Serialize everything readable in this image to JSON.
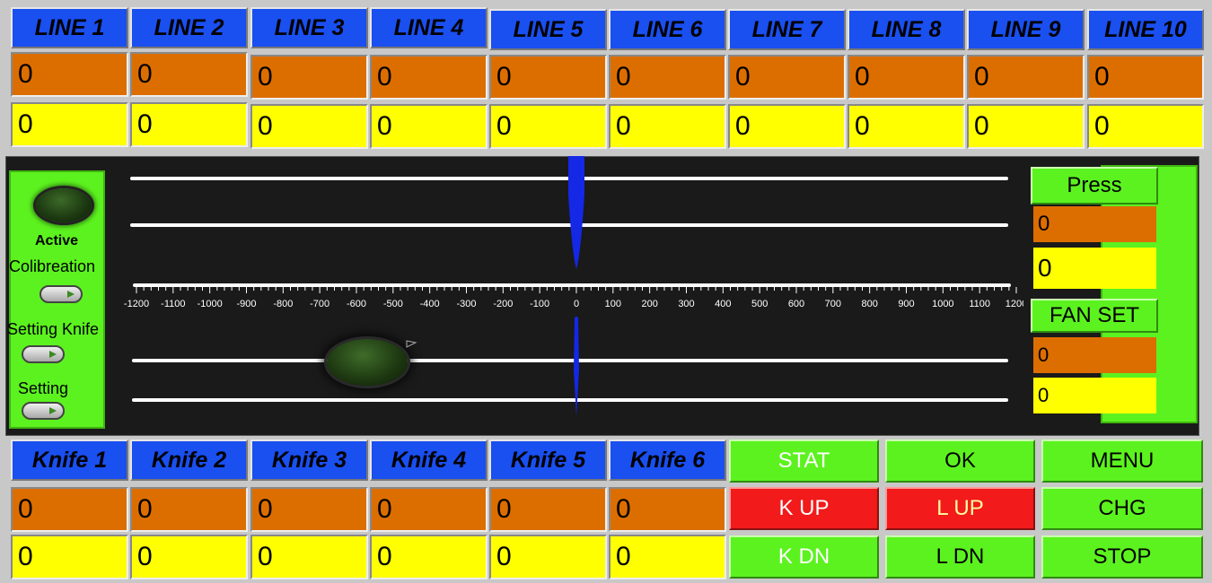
{
  "lines": [
    {
      "label": "LINE  1",
      "top_value": "0",
      "bottom_value": "0"
    },
    {
      "label": "LINE  2",
      "top_value": "0",
      "bottom_value": "0"
    },
    {
      "label": "LINE  3",
      "top_value": "0",
      "bottom_value": "0"
    },
    {
      "label": "LINE  4",
      "top_value": "0",
      "bottom_value": "0"
    },
    {
      "label": "LINE  5",
      "top_value": "0",
      "bottom_value": "0"
    },
    {
      "label": "LINE  6",
      "top_value": "0",
      "bottom_value": "0"
    },
    {
      "label": "LINE  7",
      "top_value": "0",
      "bottom_value": "0"
    },
    {
      "label": "LINE  8",
      "top_value": "0",
      "bottom_value": "0"
    },
    {
      "label": "LINE  9",
      "top_value": "0",
      "bottom_value": "0"
    },
    {
      "label": "LINE  10",
      "top_value": "0",
      "bottom_value": "0"
    }
  ],
  "knives": [
    {
      "label": "Knife  1",
      "top_value": "0",
      "bottom_value": "0"
    },
    {
      "label": "Knife  2",
      "top_value": "0",
      "bottom_value": "0"
    },
    {
      "label": "Knife  3",
      "top_value": "0",
      "bottom_value": "0"
    },
    {
      "label": "Knife  4",
      "top_value": "0",
      "bottom_value": "0"
    },
    {
      "label": "Knife  5",
      "top_value": "0",
      "bottom_value": "0"
    },
    {
      "label": "Knife 6",
      "top_value": "0",
      "bottom_value": "0"
    }
  ],
  "left_panel": {
    "active_label": "Active",
    "calibration_label": "Colibreation",
    "setting_knife_label": "Setting Knife",
    "setting_label": "Setting"
  },
  "scale": {
    "min": -1200,
    "max": 1200,
    "step": 100,
    "upper_pointer_value": 0,
    "lower_pointer_value": 0,
    "knob_value": -570
  },
  "right_panel": {
    "press_label": "Press",
    "press_top_value": "0",
    "press_bottom_value": "0",
    "fan_label": "FAN SET",
    "fan_top_value": "0",
    "fan_bottom_value": "0"
  },
  "buttons": {
    "stat": "STAT",
    "ok": "OK",
    "menu": "MENU",
    "k_up": "K UP",
    "l_up": "L UP",
    "chg": "CHG",
    "k_dn": "K DN",
    "l_dn": "L DN",
    "stop": "STOP"
  },
  "colors": {
    "header_blue": "#1a4ff0",
    "orange": "#dc6e00",
    "yellow": "#ffff00",
    "green": "#5cf21f",
    "red": "#f21a1a",
    "pointer_blue": "#1428e6"
  }
}
